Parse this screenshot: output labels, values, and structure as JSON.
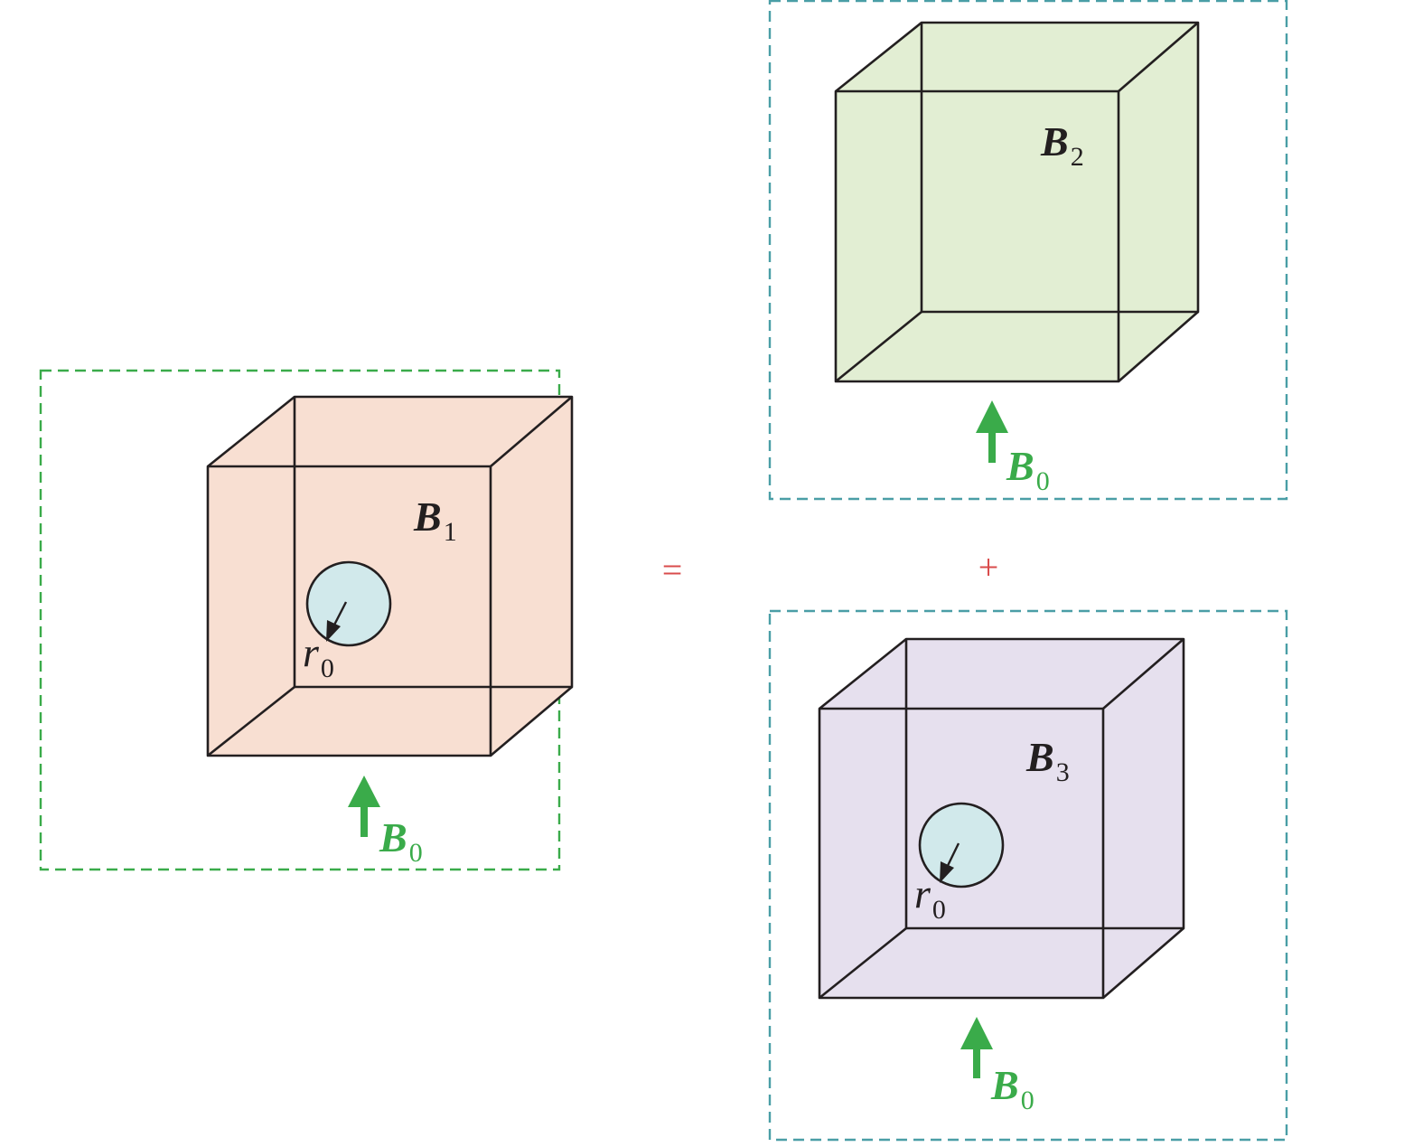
{
  "colors": {
    "cube1_fill": "#f8dfd2",
    "cube2_fill": "#e2eed3",
    "cube3_fill": "#e6e0ee",
    "hole_fill": "#d1e9eb",
    "field_arrow": "#3aab4a",
    "frame_green": "#3aab4a",
    "frame_teal": "#4a9ea6",
    "operator": "#d94b4b",
    "edge": "#231f20"
  },
  "cube1": {
    "label": "B",
    "label_sub": "1",
    "radius_label": "r",
    "radius_sub": "0",
    "field_label": "B",
    "field_sub": "0"
  },
  "cube2": {
    "label": "B",
    "label_sub": "2",
    "field_label": "B",
    "field_sub": "0"
  },
  "cube3": {
    "label": "B",
    "label_sub": "3",
    "radius_label": "r",
    "radius_sub": "0",
    "field_label": "B",
    "field_sub": "0"
  },
  "operators": {
    "equals": "=",
    "plus": "+"
  }
}
